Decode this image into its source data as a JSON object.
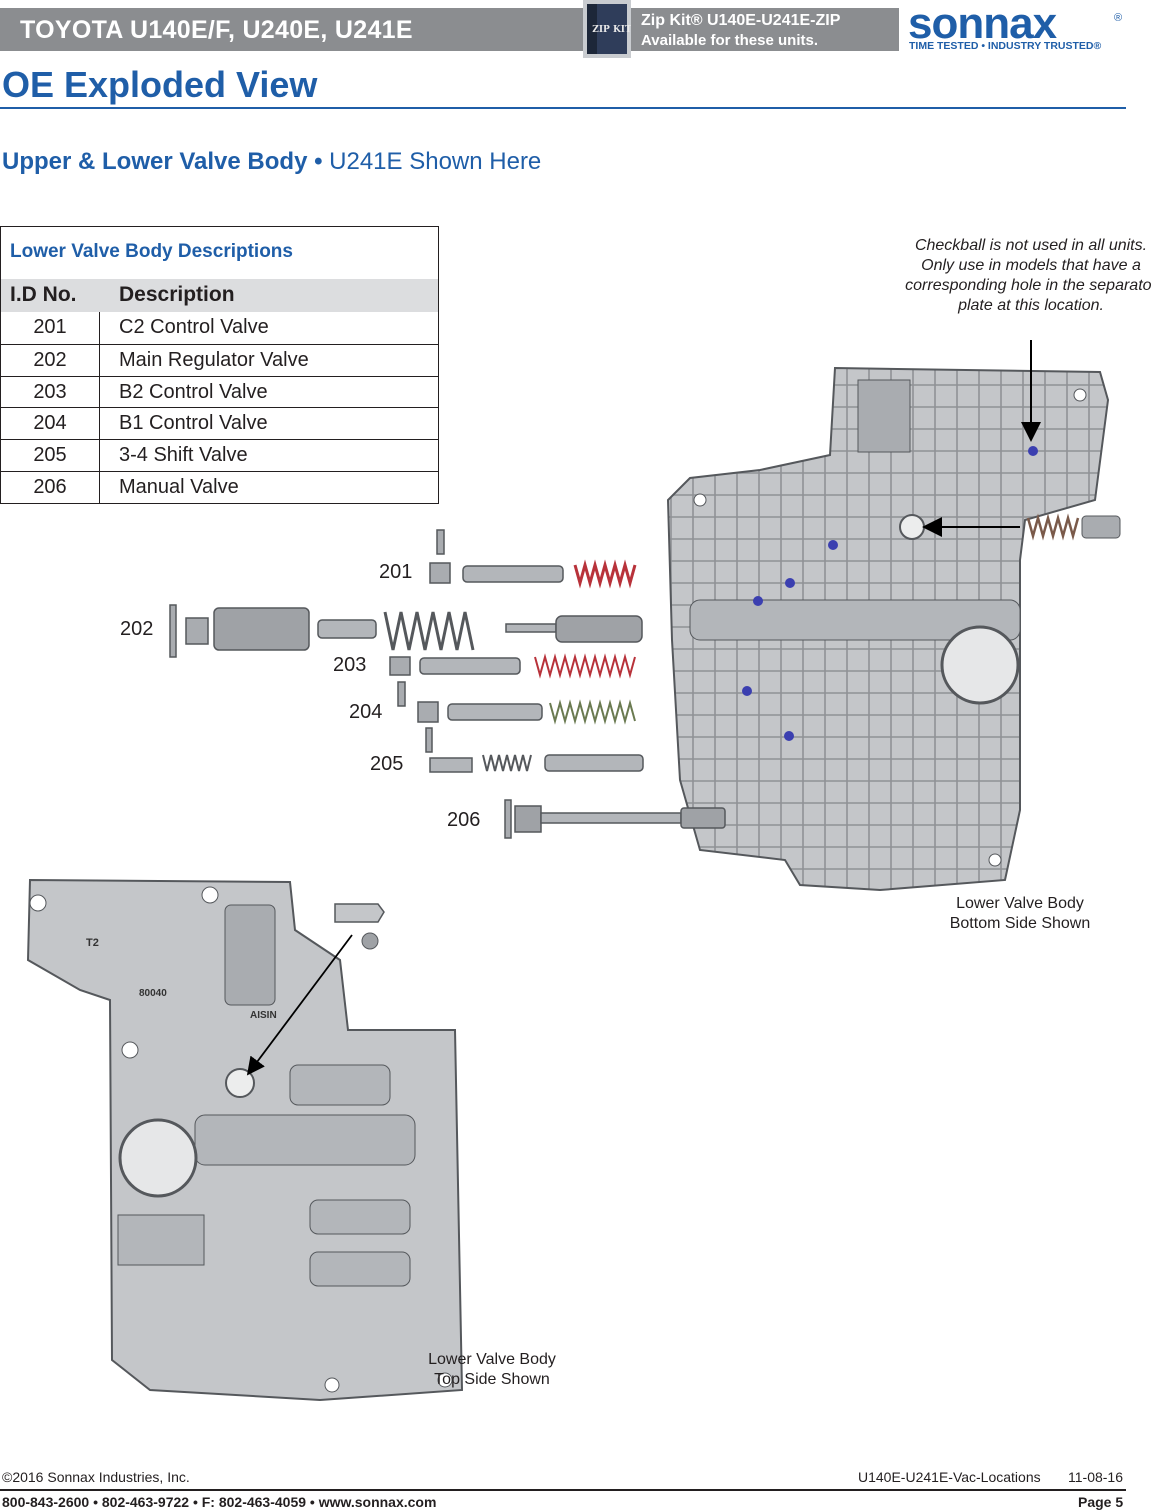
{
  "header": {
    "title": "TOYOTA U140E/F, U240E, U241E",
    "zip_badge": "ZIP KIT",
    "zip_line1": "Zip Kit® U140E-U241E-ZIP",
    "zip_line2": "Available for these units.",
    "logo": "sonnax",
    "logo_reg": "®",
    "tagline": "TIME TESTED • INDUSTRY TRUSTED®"
  },
  "page_title": "OE Exploded View",
  "section": {
    "title_bold": "Upper & Lower Valve Body •",
    "title_light": "U241E Shown Here"
  },
  "table": {
    "caption": "Lower Valve Body Descriptions",
    "headers": [
      "I.D No.",
      "Description"
    ],
    "rows": [
      {
        "id": "201",
        "desc": "C2 Control Valve"
      },
      {
        "id": "202",
        "desc": "Main Regulator Valve"
      },
      {
        "id": "203",
        "desc": "B2 Control Valve"
      },
      {
        "id": "204",
        "desc": "B1 Control Valve"
      },
      {
        "id": "205",
        "desc": "3-4 Shift Valve"
      },
      {
        "id": "206",
        "desc": "Manual Valve"
      }
    ]
  },
  "note": "Checkball is not used in all units. Only use in models that have a corresponding hole in the separator plate at this location.",
  "callouts": [
    "201",
    "202",
    "203",
    "204",
    "205",
    "206"
  ],
  "captions": {
    "bottom_side": [
      "Lower Valve Body",
      "Bottom Side Shown"
    ],
    "top_side": [
      "Lower Valve Body",
      "Top Side Shown"
    ]
  },
  "body_marks": [
    "T2",
    "80040",
    "AISIN"
  ],
  "footer": {
    "copyright": "©2016 Sonnax Industries, Inc.",
    "doc_id": "U140E-U241E-Vac-Locations",
    "date": "11-08-16",
    "contact": "800-843-2600 • 802-463-9722 • F: 802-463-4059 • www.sonnax.com",
    "page": "Page 5"
  },
  "colors": {
    "brand_blue": "#1f5ea8",
    "header_gray": "#8b8d90",
    "casting_gray": "#c4c6c9",
    "checkball_blue": "#3b3fb0",
    "spring_red": "#b8323a"
  }
}
